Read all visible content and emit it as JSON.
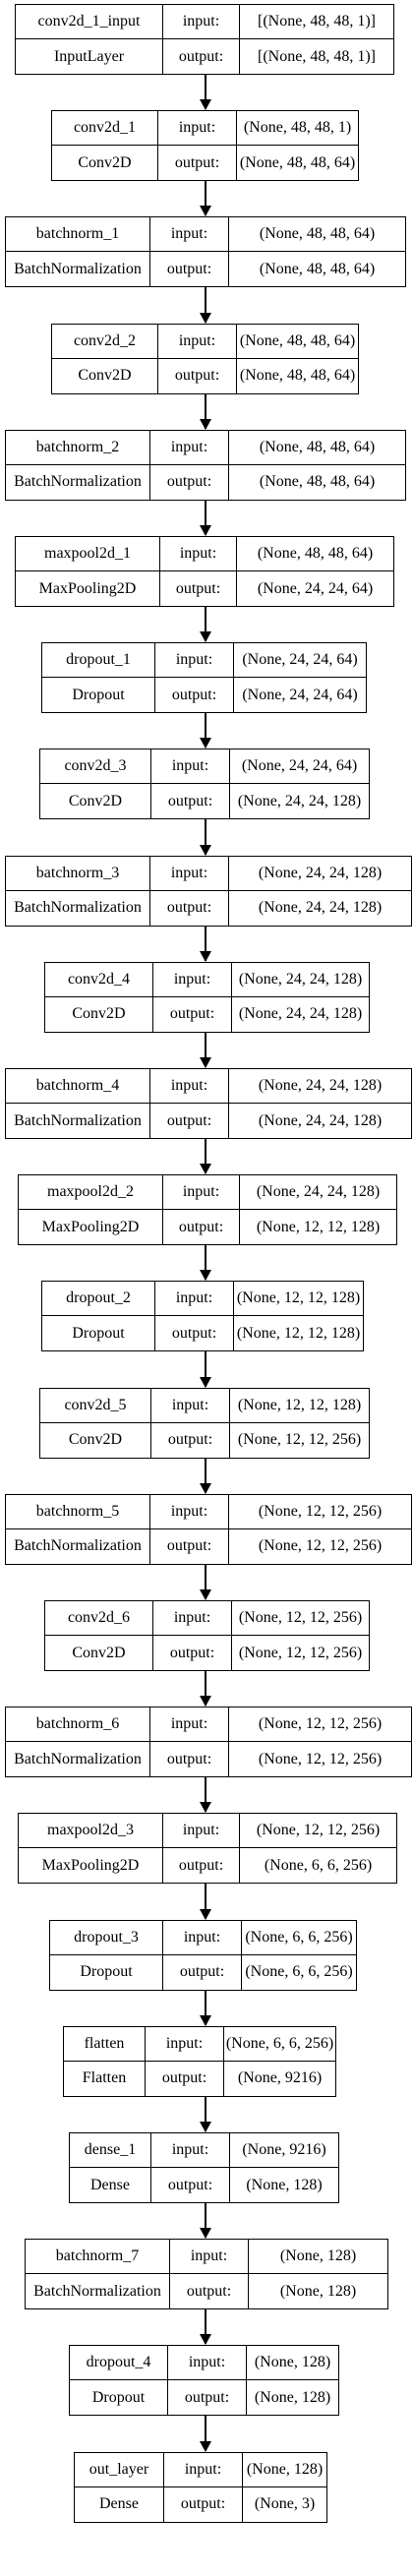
{
  "layers": [
    {
      "name": "conv2d_1_input",
      "type": "InputLayer",
      "input": "[(None, 48, 48, 1)]",
      "output": "[(None, 48, 48, 1)]"
    },
    {
      "name": "conv2d_1",
      "type": "Conv2D",
      "input": "(None, 48, 48, 1)",
      "output": "(None, 48, 48, 64)"
    },
    {
      "name": "batchnorm_1",
      "type": "BatchNormalization",
      "input": "(None, 48, 48, 64)",
      "output": "(None, 48, 48, 64)"
    },
    {
      "name": "conv2d_2",
      "type": "Conv2D",
      "input": "(None, 48, 48, 64)",
      "output": "(None, 48, 48, 64)"
    },
    {
      "name": "batchnorm_2",
      "type": "BatchNormalization",
      "input": "(None, 48, 48, 64)",
      "output": "(None, 48, 48, 64)"
    },
    {
      "name": "maxpool2d_1",
      "type": "MaxPooling2D",
      "input": "(None, 48, 48, 64)",
      "output": "(None, 24, 24, 64)"
    },
    {
      "name": "dropout_1",
      "type": "Dropout",
      "input": "(None, 24, 24, 64)",
      "output": "(None, 24, 24, 64)"
    },
    {
      "name": "conv2d_3",
      "type": "Conv2D",
      "input": "(None, 24, 24, 64)",
      "output": "(None, 24, 24, 128)"
    },
    {
      "name": "batchnorm_3",
      "type": "BatchNormalization",
      "input": "(None, 24, 24, 128)",
      "output": "(None, 24, 24, 128)"
    },
    {
      "name": "conv2d_4",
      "type": "Conv2D",
      "input": "(None, 24, 24, 128)",
      "output": "(None, 24, 24, 128)"
    },
    {
      "name": "batchnorm_4",
      "type": "BatchNormalization",
      "input": "(None, 24, 24, 128)",
      "output": "(None, 24, 24, 128)"
    },
    {
      "name": "maxpool2d_2",
      "type": "MaxPooling2D",
      "input": "(None, 24, 24, 128)",
      "output": "(None, 12, 12, 128)"
    },
    {
      "name": "dropout_2",
      "type": "Dropout",
      "input": "(None, 12, 12, 128)",
      "output": "(None, 12, 12, 128)"
    },
    {
      "name": "conv2d_5",
      "type": "Conv2D",
      "input": "(None, 12, 12, 128)",
      "output": "(None, 12, 12, 256)"
    },
    {
      "name": "batchnorm_5",
      "type": "BatchNormalization",
      "input": "(None, 12, 12, 256)",
      "output": "(None, 12, 12, 256)"
    },
    {
      "name": "conv2d_6",
      "type": "Conv2D",
      "input": "(None, 12, 12, 256)",
      "output": "(None, 12, 12, 256)"
    },
    {
      "name": "batchnorm_6",
      "type": "BatchNormalization",
      "input": "(None, 12, 12, 256)",
      "output": "(None, 12, 12, 256)"
    },
    {
      "name": "maxpool2d_3",
      "type": "MaxPooling2D",
      "input": "(None, 12, 12, 256)",
      "output": "(None, 6, 6, 256)"
    },
    {
      "name": "dropout_3",
      "type": "Dropout",
      "input": "(None, 6, 6, 256)",
      "output": "(None, 6, 6, 256)"
    },
    {
      "name": "flatten",
      "type": "Flatten",
      "input": "(None, 6, 6, 256)",
      "output": "(None, 9216)"
    },
    {
      "name": "dense_1",
      "type": "Dense",
      "input": "(None, 9216)",
      "output": "(None, 128)"
    },
    {
      "name": "batchnorm_7",
      "type": "BatchNormalization",
      "input": "(None, 128)",
      "output": "(None, 128)"
    },
    {
      "name": "dropout_4",
      "type": "Dropout",
      "input": "(None, 128)",
      "output": "(None, 128)"
    },
    {
      "name": "out_layer",
      "type": "Dense",
      "input": "(None, 128)",
      "output": "(None, 3)"
    }
  ],
  "labels": {
    "input": "input:",
    "output": "output:"
  }
}
